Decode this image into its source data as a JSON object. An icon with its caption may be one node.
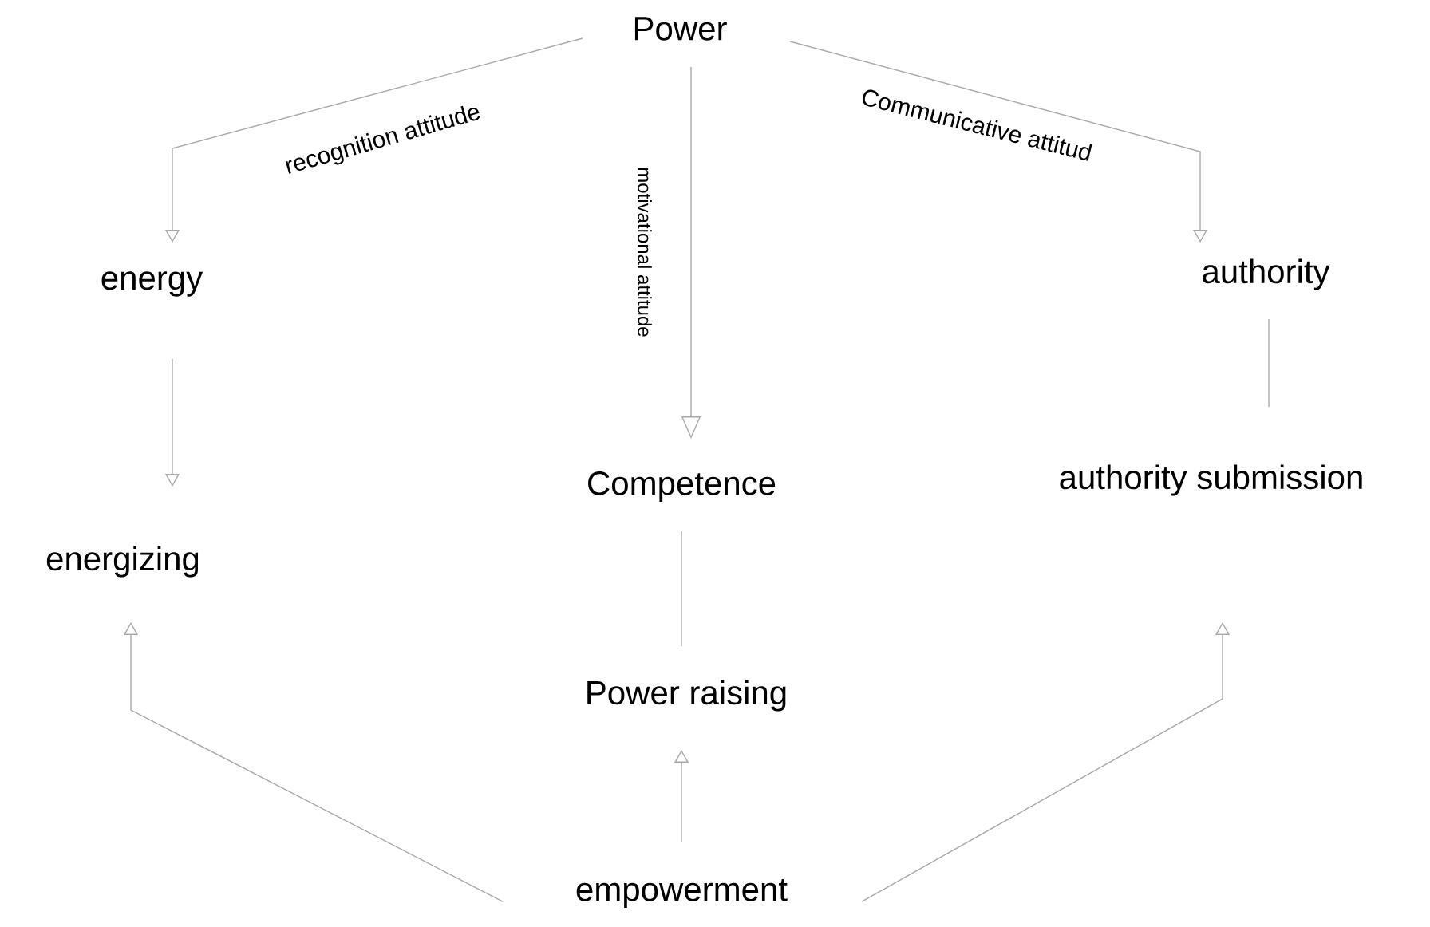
{
  "diagram": {
    "nodes": [
      {
        "text": [
          "Power"
        ]
      },
      {
        "text": [
          "energy"
        ]
      },
      {
        "text": [
          "authority"
        ]
      },
      {
        "text": [
          "Competence"
        ]
      },
      {
        "text": [
          "authority submission"
        ]
      },
      {
        "text": [
          "energizing"
        ]
      },
      {
        "text": [
          "Power raising"
        ]
      },
      {
        "text": [
          "empowerment"
        ]
      }
    ],
    "edges": [
      {
        "from": 0,
        "to": 1,
        "arrow": "to",
        "label": "recognition attitude"
      },
      {
        "from": 0,
        "to": 3,
        "arrow": "to",
        "label": "motivational attitude"
      },
      {
        "from": 0,
        "to": 2,
        "arrow": "to",
        "label": "Communicative attitud"
      },
      {
        "from": 1,
        "to": 5,
        "arrow": "to"
      },
      {
        "from": 2,
        "to": 4,
        "arrow": "none"
      },
      {
        "from": 3,
        "to": 6,
        "arrow": "none"
      },
      {
        "from": 7,
        "to": 5,
        "arrow": "to"
      },
      {
        "from": 7,
        "to": 6,
        "arrow": "to"
      },
      {
        "from": 7,
        "to": 4,
        "arrow": "to"
      }
    ]
  }
}
